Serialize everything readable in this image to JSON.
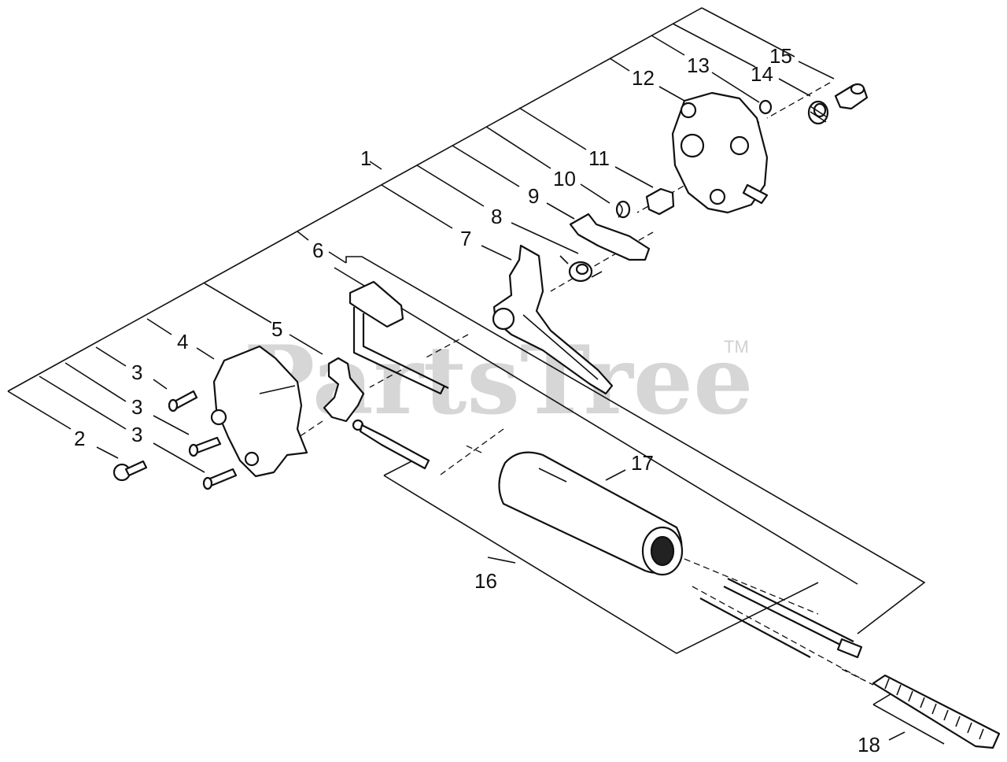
{
  "watermark": {
    "text": "PartsTree",
    "trademark": "TM"
  },
  "callouts": [
    {
      "id": "c1",
      "text": "1"
    },
    {
      "id": "c2",
      "text": "2"
    },
    {
      "id": "c3a",
      "text": "3"
    },
    {
      "id": "c3b",
      "text": "3"
    },
    {
      "id": "c3c",
      "text": "3"
    },
    {
      "id": "c4",
      "text": "4"
    },
    {
      "id": "c5",
      "text": "5"
    },
    {
      "id": "c6",
      "text": "6"
    },
    {
      "id": "c7",
      "text": "7"
    },
    {
      "id": "c8",
      "text": "8"
    },
    {
      "id": "c9",
      "text": "9"
    },
    {
      "id": "c10",
      "text": "10"
    },
    {
      "id": "c11",
      "text": "11"
    },
    {
      "id": "c12",
      "text": "12"
    },
    {
      "id": "c13",
      "text": "13"
    },
    {
      "id": "c14",
      "text": "14"
    },
    {
      "id": "c15",
      "text": "15"
    },
    {
      "id": "c16",
      "text": "16"
    },
    {
      "id": "c17",
      "text": "17"
    },
    {
      "id": "c18",
      "text": "18"
    }
  ]
}
